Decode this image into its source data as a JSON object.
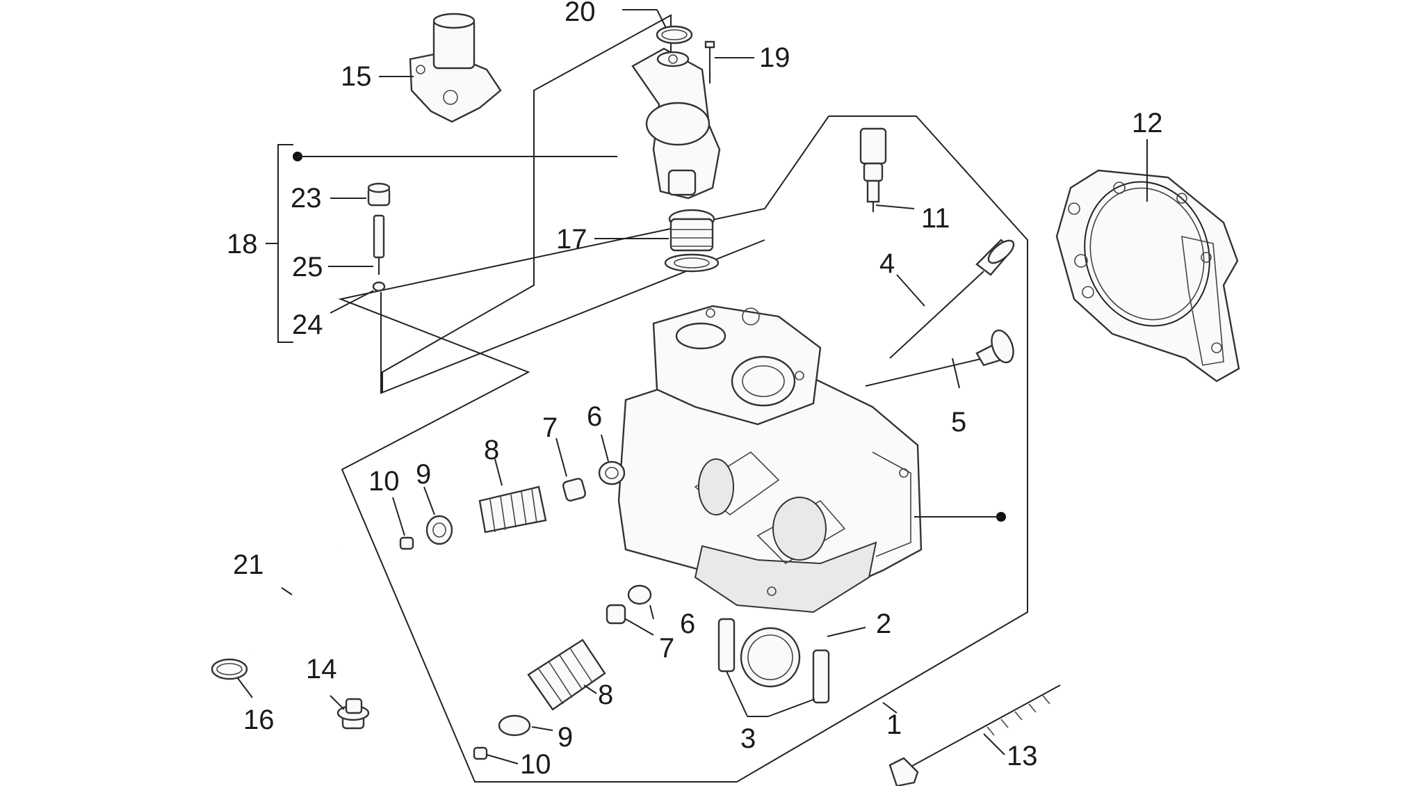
{
  "callouts": {
    "c1": "1",
    "c2": "2",
    "c3": "3",
    "c4": "4",
    "c5": "5",
    "c6a": "6",
    "c6b": "6",
    "c7a": "7",
    "c7b": "7",
    "c8a": "8",
    "c8b": "8",
    "c9a": "9",
    "c9b": "9",
    "c10a": "10",
    "c10b": "10",
    "c11": "11",
    "c12": "12",
    "c13": "13",
    "c14": "14",
    "c15": "15",
    "c16": "16",
    "c17": "17",
    "c18": "18",
    "c19": "19",
    "c20": "20",
    "c21": "21",
    "c23": "23",
    "c24": "24",
    "c25": "25"
  }
}
